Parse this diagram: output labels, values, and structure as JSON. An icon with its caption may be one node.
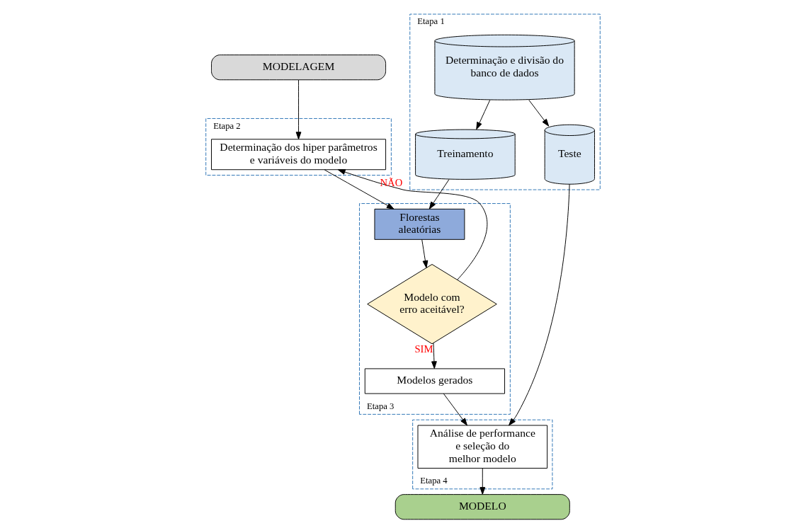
{
  "diagram": {
    "nodes": [
      {
        "text": [
          "MODELAGEM"
        ]
      },
      {
        "text": [
          "Etapa 1"
        ]
      },
      {
        "text": [
          "Determinação e divisão do banco de dados"
        ],
        "in": 1
      },
      {
        "text": [
          "Teste"
        ],
        "in": 1
      },
      {
        "text": [
          "Treinamento"
        ],
        "in": 1
      },
      {
        "text": [
          "Etapa 2"
        ]
      },
      {
        "text": [
          "Determinação dos hiper parâmetros e variáveis do modelo"
        ],
        "in": 5
      },
      {
        "text": [
          "Etapa 3"
        ]
      },
      {
        "text": [
          "Florestas aleatórias"
        ],
        "in": 7
      },
      {
        "text": [
          "Modelo com erro aceitável?"
        ],
        "in": 7
      },
      {
        "text": [
          "Modelos gerados"
        ],
        "in": 7
      },
      {
        "text": [
          "Etapa 4"
        ]
      },
      {
        "text": [
          "Análise de performance e seleção do melhor modelo"
        ],
        "in": 11
      },
      {
        "text": [
          "MODELO"
        ]
      }
    ],
    "edges": [
      {
        "from": 0,
        "to": 6,
        "arrow": "to"
      },
      {
        "from": 2,
        "to": 3,
        "arrow": "to"
      },
      {
        "from": 2,
        "to": 4,
        "arrow": "to"
      },
      {
        "from": 4,
        "to": 8,
        "arrow": "to"
      },
      {
        "from": 6,
        "to": 8,
        "arrow": "to"
      },
      {
        "from": 8,
        "to": 9,
        "arrow": "to"
      },
      {
        "from": 9,
        "to": 6,
        "arrow": "to",
        "label": "NÃO"
      },
      {
        "from": 9,
        "to": 10,
        "arrow": "to",
        "label": "SIM"
      },
      {
        "from": 10,
        "to": 12,
        "arrow": "to"
      },
      {
        "from": 3,
        "to": 12,
        "arrow": "to"
      },
      {
        "from": 12,
        "to": 13,
        "arrow": "to"
      }
    ]
  }
}
